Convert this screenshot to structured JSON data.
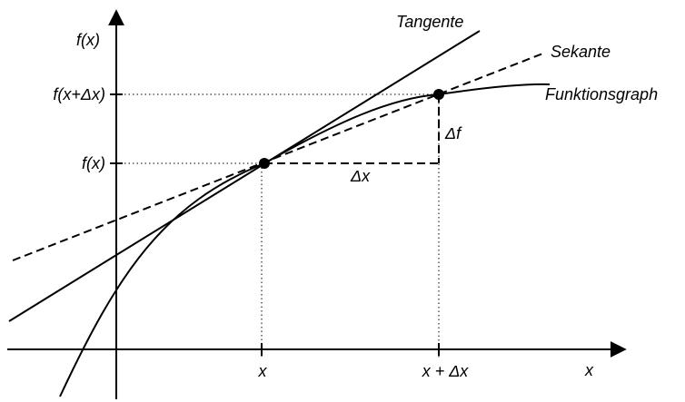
{
  "diagram": {
    "axis_labels": {
      "y": "f(x)",
      "x": "x"
    },
    "y_ticks": {
      "upper": "f(x+Δx)",
      "lower": "f(x)"
    },
    "x_ticks": {
      "left": "x",
      "right": "x + Δx"
    },
    "curve_labels": {
      "tangent": "Tangente",
      "secant": "Sekante",
      "function": "Funktionsgraph"
    },
    "delta_labels": {
      "dx": "Δx",
      "df": "Δf"
    }
  }
}
